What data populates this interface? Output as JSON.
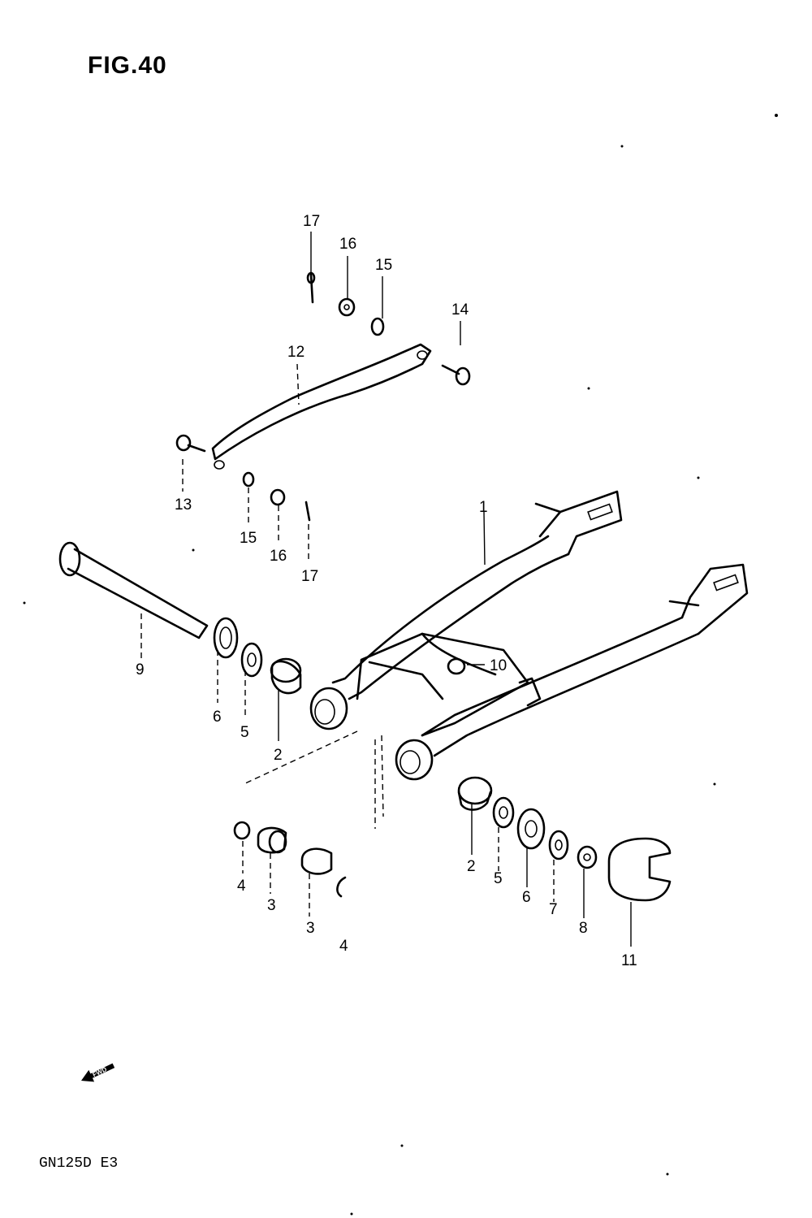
{
  "figure": {
    "title": "FIG.40",
    "model_code": "GN125D  E3",
    "fwd_marker": "FWD"
  },
  "callouts": {
    "c1": "1",
    "c2a": "2",
    "c2b": "2",
    "c3a": "3",
    "c3b": "3",
    "c4a": "4",
    "c4b": "4",
    "c5a": "5",
    "c5b": "5",
    "c6a": "6",
    "c6b": "6",
    "c7": "7",
    "c8": "8",
    "c9": "9",
    "c10": "10",
    "c11": "11",
    "c12": "12",
    "c13": "13",
    "c14": "14",
    "c15a": "15",
    "c15b": "15",
    "c16a": "16",
    "c16b": "16",
    "c17a": "17",
    "c17b": "17"
  }
}
